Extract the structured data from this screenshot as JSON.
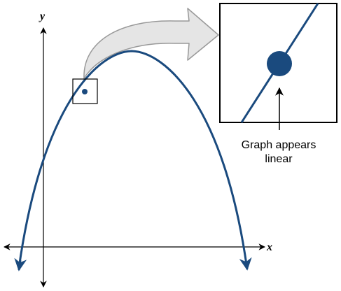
{
  "axes": {
    "x_label": "x",
    "y_label": "y"
  },
  "inset": {
    "caption_line1": "Graph appears",
    "caption_line2": "linear"
  },
  "colors": {
    "curve": "#1a4a7e",
    "axis": "#000000",
    "arrow_fill": "#e5e5e5",
    "arrow_stroke": "#999999",
    "background": "#ffffff"
  },
  "icons": {
    "zoom_arrow": "curved-arrow-icon"
  }
}
